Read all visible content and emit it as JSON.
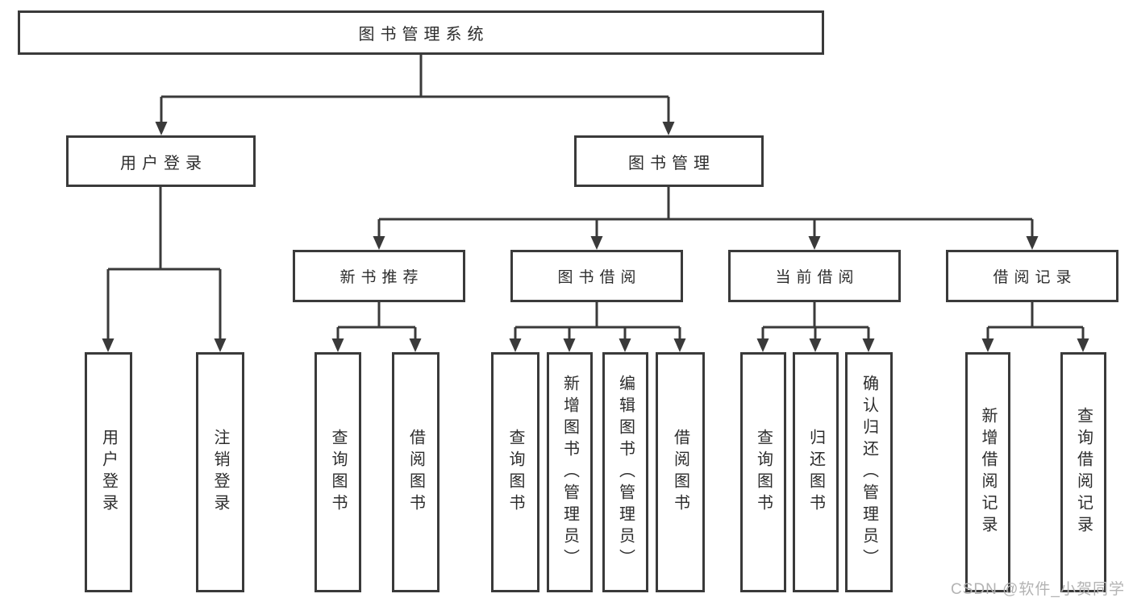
{
  "watermark": "CSDN @软件_小贺同学",
  "colors": {
    "line": "#3a3a3a",
    "border": "#3a3a3a",
    "text": "#2d2d2d",
    "watermark": "#b3b3b3",
    "bg": "#ffffff"
  },
  "tree": {
    "label": "图书管理系统",
    "children": [
      {
        "label": "用户登录",
        "children": [
          {
            "label": "用户登录"
          },
          {
            "label": "注销登录"
          }
        ]
      },
      {
        "label": "图书管理",
        "children": [
          {
            "label": "新书推荐",
            "children": [
              {
                "label": "查询图书"
              },
              {
                "label": "借阅图书"
              }
            ]
          },
          {
            "label": "图书借阅",
            "children": [
              {
                "label": "查询图书"
              },
              {
                "label": "新增图书（管理员）"
              },
              {
                "label": "编辑图书（管理员）"
              },
              {
                "label": "借阅图书"
              }
            ]
          },
          {
            "label": "当前借阅",
            "children": [
              {
                "label": "查询图书"
              },
              {
                "label": "归还图书"
              },
              {
                "label": "确认归还（管理员）"
              }
            ]
          },
          {
            "label": "借阅记录",
            "children": [
              {
                "label": "新增借阅记录"
              },
              {
                "label": "查询借阅记录"
              }
            ]
          }
        ]
      }
    ]
  }
}
